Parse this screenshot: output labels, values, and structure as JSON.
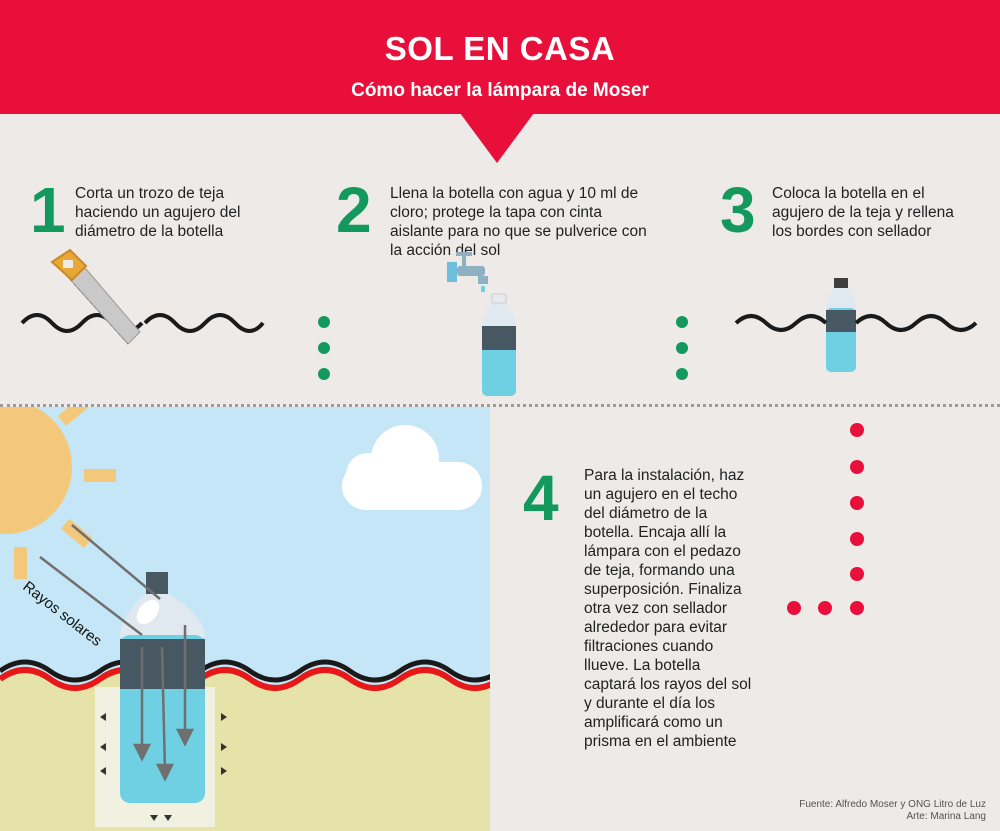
{
  "header": {
    "title": "SOL EN CASA",
    "subtitle": "Cómo hacer la lámpara de Moser"
  },
  "steps": [
    {
      "number": "1",
      "lines": [
        "Corta un trozo de teja",
        "haciendo un agujero del",
        "diámetro de la botella"
      ]
    },
    {
      "number": "2",
      "lines": [
        "Llena la botella con agua y 10 ml de",
        "cloro; protege la tapa con cinta",
        "aislante para no que se pulverice con",
        "la acción del sol"
      ]
    },
    {
      "number": "3",
      "lines": [
        "Coloca la botella en el",
        "agujero de la teja y rellena",
        "los bordes con sellador"
      ]
    },
    {
      "number": "4",
      "lines": [
        "Para la instalación, haz",
        "un agujero en el techo",
        "del diámetro de la",
        "botella. Encaja allí la",
        "lámpara con el pedazo",
        "de teja, formando una",
        "superposición. Finaliza",
        "otra vez con sellador",
        "alrededor para evitar",
        "filtraciones cuando",
        "llueve. La botella",
        "captará los rayos del sol",
        "y durante el día los",
        "amplificará como un",
        "prisma en el ambiente"
      ]
    }
  ],
  "scene": {
    "rays_label": "Rayos solares"
  },
  "credits": {
    "source": "Fuente: Alfredo Moser y ONG Litro de Luz",
    "art": "Arte: Marina Lang"
  },
  "colors": {
    "brand_red": "#e8103a",
    "step_green": "#13985d",
    "water_blue": "#6fd0e3",
    "band_gray": "#475863",
    "sky_blue": "#c4e6f6",
    "sun_yellow": "#f4c87a",
    "roof_red": "#e81818",
    "ground_yellow": "#e6e3a9"
  },
  "icons": [
    "saw-icon",
    "faucet-icon",
    "bottle-icon",
    "sun-icon",
    "cloud-icon",
    "tile-wave-icon"
  ]
}
